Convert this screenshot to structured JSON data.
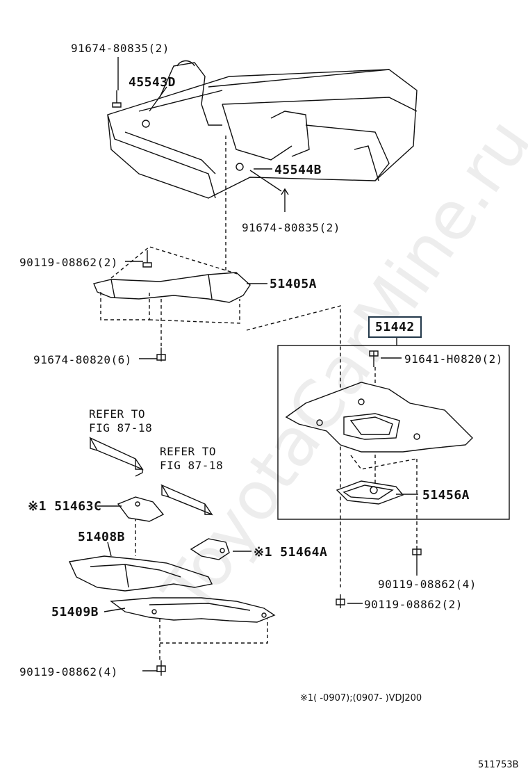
{
  "watermark": "ToyotaCarMine.ru",
  "labels": {
    "bolt_top": "91674-80835(2)",
    "part_45543d": "45543D",
    "part_45544b": "45544B",
    "bolt_mid": "91674-80835(2)",
    "bolt_90119_a": "90119-08862(2)",
    "part_51405a": "51405A",
    "bolt_91674_80820": "91674-80820(6)",
    "part_51442": "51442",
    "bolt_91641": "91641-H0820(2)",
    "refer1_line1": "REFER TO",
    "refer1_line2": "FIG 87-18",
    "refer2_line1": "REFER TO",
    "refer2_line2": "FIG 87-18",
    "part_51463c": "※1 51463C",
    "part_51456a": "51456A",
    "part_51408b": "51408B",
    "part_51464a": "※1 51464A",
    "bolt_90119_b": "90119-08862(4)",
    "part_51409b": "51409B",
    "bolt_90119_c": "90119-08862(2)",
    "bolt_90119_d": "90119-08862(4)",
    "footnote": "※1(      -0907);(0907-      )VDJ200",
    "diagram_code": "511753B"
  }
}
